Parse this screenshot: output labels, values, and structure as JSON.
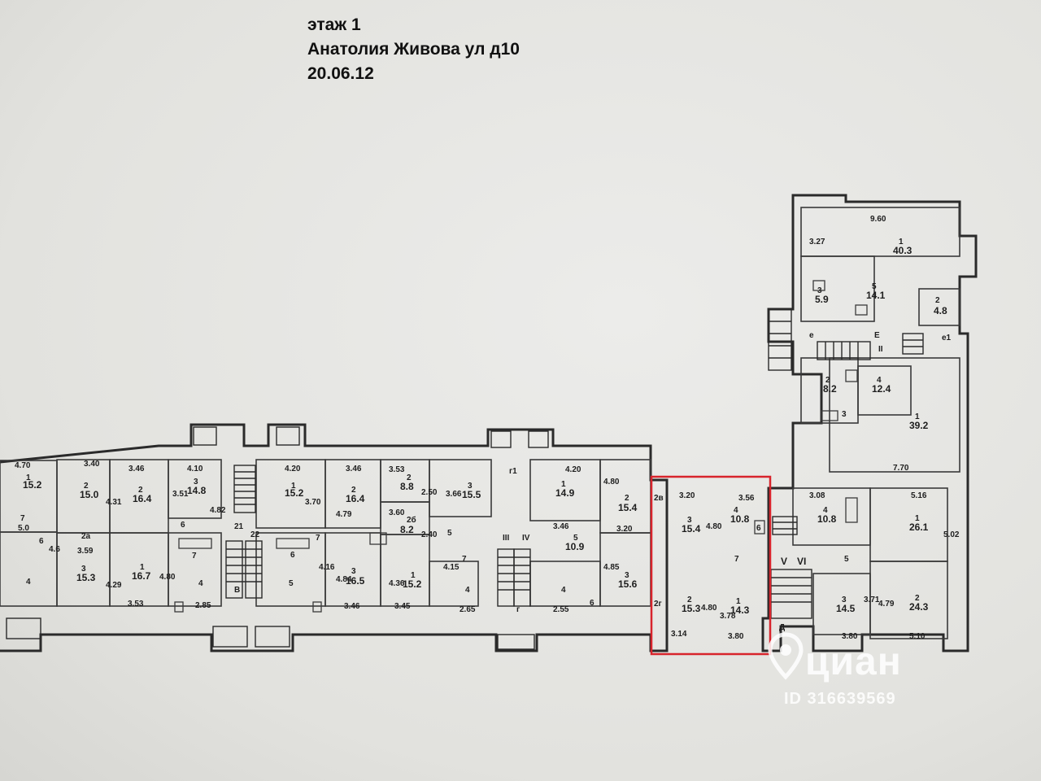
{
  "header": {
    "floor": "этаж 1",
    "address": "Анатолия Живова ул д10",
    "date": "20.06.12"
  },
  "watermark": {
    "brand": "циан",
    "id": "ID 316639569",
    "logo_icon": "location-pin-icon"
  },
  "colors": {
    "highlight": "#d8242c",
    "wall": "#2a2a2a",
    "paper": "#e4e4e0"
  },
  "plan_labels": {
    "l01": "4.70",
    "l02": "1",
    "l03": "15.2",
    "l04": "7",
    "l05": "5.0",
    "l06": "6",
    "l07": "4.6",
    "l08": "4",
    "l09": "3.40",
    "l10": "2",
    "l11": "15.0",
    "l12": "4.31",
    "l13": "2a",
    "l14": "3.59",
    "l15": "3",
    "l16": "15.3",
    "l17": "4.29",
    "l18": "3.46",
    "l19": "2",
    "l20": "16.4",
    "l21": "1",
    "l22": "16.7",
    "l23": "4.80",
    "l24": "3.53",
    "l25": "4.10",
    "l26": "3",
    "l27": "14.8",
    "l28": "3.51",
    "l29": "4.82",
    "l30": "6",
    "l31": "7",
    "l32": "4",
    "l33": "2.85",
    "l34": "21",
    "l35": "22",
    "l36": "В",
    "l37": "4.20",
    "l38": "1",
    "l39": "15.2",
    "l40": "3.70",
    "l41": "7",
    "l42": "6",
    "l43": "5",
    "l44": "4.16",
    "l45": "3.46",
    "l46": "2",
    "l47": "16.4",
    "l48": "4.79",
    "l49": "3",
    "l50": "16.5",
    "l51": "4.84",
    "l52": "3.46",
    "l53": "3.53",
    "l54": "2",
    "l55": "8.8",
    "l56": "2.50",
    "l57": "3.60",
    "l58": "2б",
    "l59": "8.2",
    "l60": "2.40",
    "l61": "1",
    "l62": "15.2",
    "l63": "4.36",
    "l64": "3.45",
    "l65": "3.66",
    "l66": "3",
    "l67": "15.5",
    "l68": "5",
    "l69": "7",
    "l70": "4.15",
    "l71": "4",
    "l72": "2.65",
    "l73": "г1",
    "l74": "III",
    "l75": "IV",
    "l76": "г",
    "l77": "4.20",
    "l78": "1",
    "l79": "14.9",
    "l80": "3.46",
    "l81": "5",
    "l82": "10.9",
    "l83": "4",
    "l84": "2.55",
    "l85": "4.80",
    "l86": "2",
    "l87": "15.4",
    "l88": "3.20",
    "l89": "4.85",
    "l90": "3",
    "l91": "15.6",
    "l92": "6",
    "l93": "3.20",
    "l94": "3.56",
    "l95": "3",
    "l96": "15.4",
    "l97": "4.80",
    "l98": "4",
    "l99": "10.8",
    "l100": "7",
    "l101": "2",
    "l102": "15.3",
    "l103": "4.80",
    "l104": "1",
    "l105": "14.3",
    "l106": "3.78",
    "l107": "3.14",
    "l108": "3.80",
    "l109": "2в",
    "l110": "2г",
    "l111": "6",
    "l112": "3.08",
    "l113": "4",
    "l114": "10.8",
    "l115": "5.16",
    "l116": "1",
    "l117": "26.1",
    "l118": "5.02",
    "l119": "V",
    "l120": "VI",
    "l121": "5",
    "l122": "Д",
    "l123": "3",
    "l124": "14.5",
    "l125": "3.71",
    "l126": "3.80",
    "l127": "4.79",
    "l128": "2",
    "l129": "24.3",
    "l130": "5.10",
    "l131": "9.60",
    "l132": "1",
    "l133": "40.3",
    "l134": "3.27",
    "l135": "3",
    "l136": "5.9",
    "l137": "5",
    "l138": "14.1",
    "l139": "2",
    "l140": "4.8",
    "l141": "E",
    "l142": "II",
    "l143": "е1",
    "l144": "е",
    "l145": "2",
    "l146": "8.2",
    "l147": "4",
    "l148": "12.4",
    "l149": "1",
    "l150": "39.2",
    "l151": "7.70",
    "l152": "3"
  }
}
